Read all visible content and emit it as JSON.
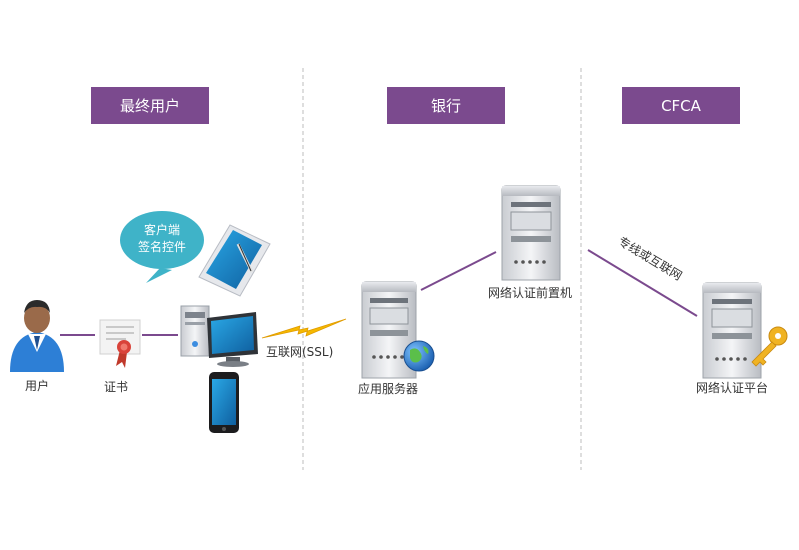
{
  "columns": [
    {
      "title": "最终用户"
    },
    {
      "title": "银行"
    },
    {
      "title": "CFCA"
    }
  ],
  "nodes": {
    "user": "用户",
    "certificate": "证书",
    "client_bubble_line1": "客户端",
    "client_bubble_line2": "签名控件",
    "internet_ssl": "互联网(SSL)",
    "app_server": "应用服务器",
    "front_server": "网络认证前置机",
    "dedicated_line": "专线或互联网",
    "auth_platform": "网络认证平台"
  },
  "colors": {
    "header": "#7b4a8e",
    "connector": "#7b4a8e",
    "bubble": "#3fb3c8",
    "lightning": "#f5b800"
  }
}
